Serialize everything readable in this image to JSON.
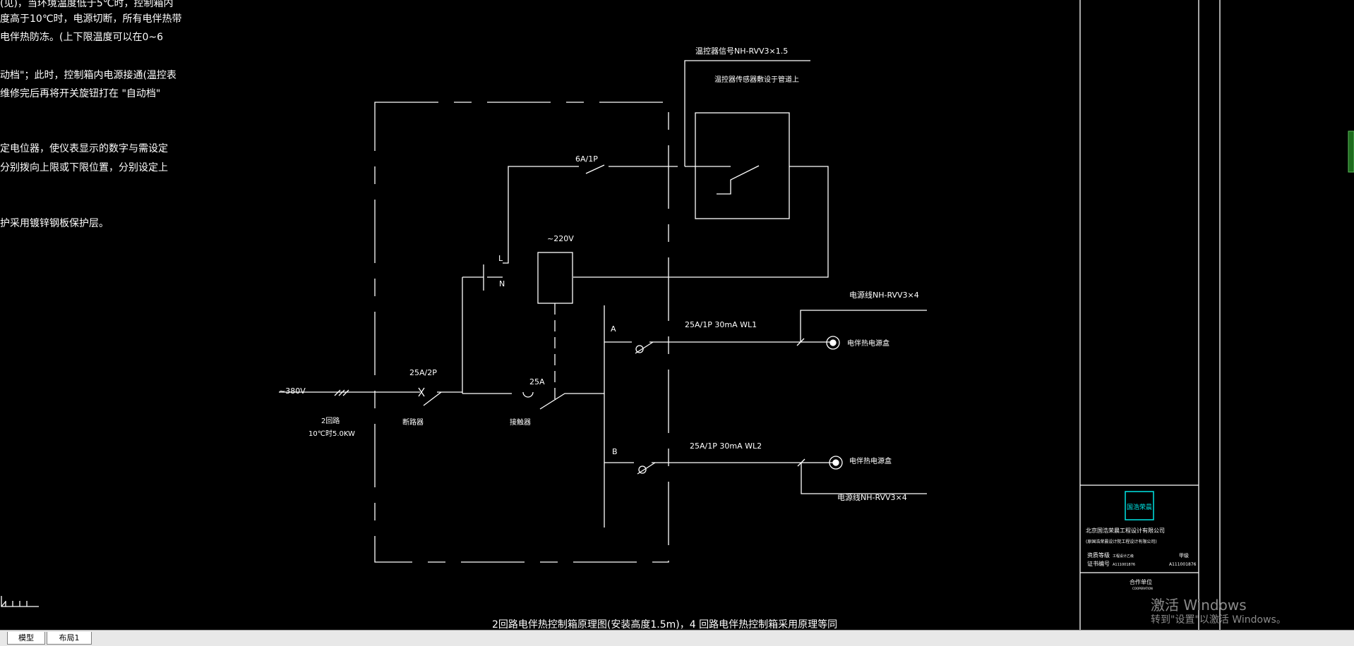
{
  "notes": {
    "line1": "(见)，当环境温度低于5℃时，控制箱内",
    "line2": "度高于10℃时，电源切断，所有电伴热带",
    "line3": "电伴热防冻。(上下限温度可以在0~6",
    "line4": "动档\"；此时，控制箱内电源接通(温控表",
    "line5": "维修完后再将开关旋钮打在 \"自动档\"",
    "line6": "定电位器，使仪表显示的数字与需设定",
    "line7": "分别拨向上限或下限位置，分别设定上",
    "line8": "护采用镀锌钢板保护层。"
  },
  "diagram": {
    "temp_cable_label": "温控器信号NH-RVV3×1.5",
    "temp_sensor_label": "温控器传感器敷设于管道上",
    "breaker_6a": "6A/1P",
    "supply_220": "~220V",
    "line_L": "L",
    "line_N": "N",
    "supply_380": "~380V",
    "circuit_note_1": "2回路",
    "circuit_note_2": "10℃时5.0KW",
    "main_breaker": "25A/2P",
    "main_breaker_name": "断路器",
    "contactor_rating": "25A",
    "contactor_name": "接触器",
    "phase_a": "A",
    "phase_b": "B",
    "branch1_rating": "25A/1P 30mA  WL1",
    "branch2_rating": "25A/1P 30mA  WL2",
    "cable_top": "电源线NH-RVV3×4",
    "cable_bottom": "电源线NH-RVV3×4",
    "junction1": "电伴热电源盒",
    "junction2": "电伴热电源盒",
    "caption": "2回路电伴热控制箱原理图(安装高度1.5m)，4 回路电伴热控制箱采用原理等同"
  },
  "title_block": {
    "logo_text": "国浩荣晨",
    "company": "北京国浩荣晨工程设计有限公司",
    "company_sub": "(原国浩荣晨设计院工程设计有限公司)",
    "row1_label": "资质等级",
    "row1_value": "工程设计乙级",
    "row1_right": "甲级",
    "row2_label": "证书编号",
    "row2_value": "A111001876",
    "row2_right": "A111001876",
    "coop": "合作单位",
    "coop_sub": "COOPERATION"
  },
  "watermark": {
    "title": "激活 Windows",
    "subtitle": "转到\"设置\"以激活 Windows。"
  },
  "tabs": {
    "model": "模型",
    "layout1": "布局1"
  },
  "colors": {
    "background": "#000000",
    "lines": "#ffffff",
    "logo": "#00e5e5",
    "tab_bar": "#e8e8e8"
  }
}
